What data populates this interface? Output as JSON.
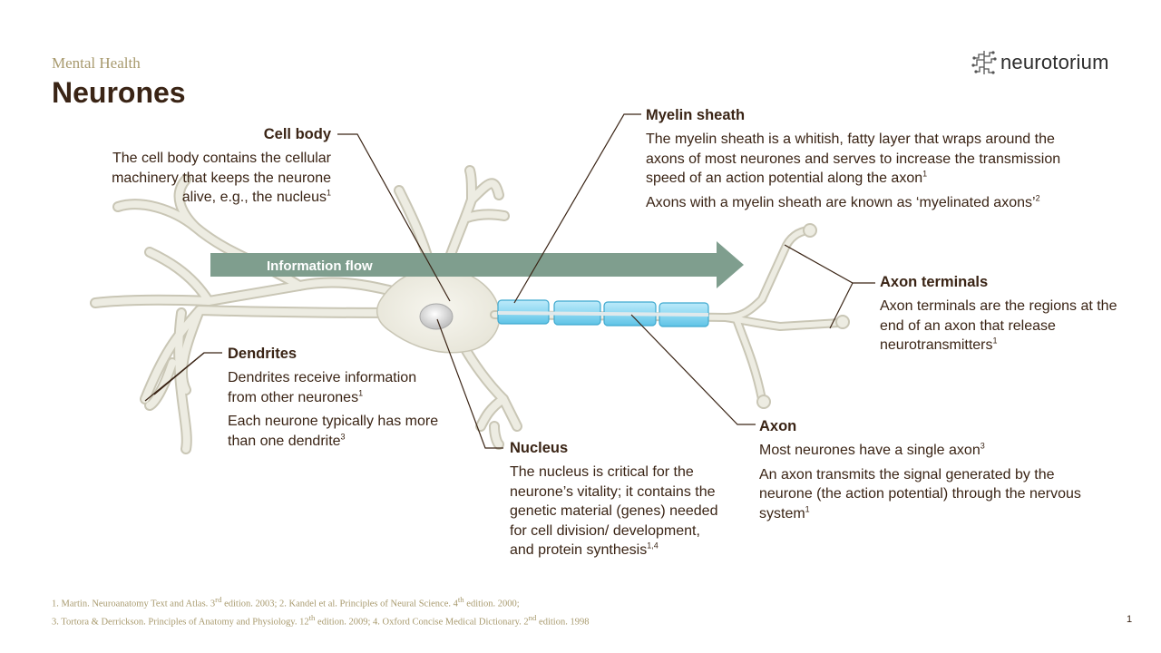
{
  "header": {
    "kicker": "Mental Health",
    "title": "Neurones"
  },
  "logo": {
    "word": "neurotorium"
  },
  "arrow": {
    "label": "Information flow"
  },
  "labels": {
    "cell_body": {
      "title": "Cell body",
      "text1": "The cell body contains the cellular machinery that keeps the neurone alive, e.g., the nucleus",
      "sup1": "1"
    },
    "myelin": {
      "title": "Myelin sheath",
      "text1": "The myelin sheath is a whitish, fatty layer that wraps around the axons of most neurones and serves to increase the transmission speed of an action potential along the axon",
      "sup1": "1",
      "text2": "Axons with a myelin sheath are known as ‘myelinated axons’",
      "sup2": "2"
    },
    "terminals": {
      "title": "Axon terminals",
      "text1": "Axon terminals are the regions at the end of an axon that release neurotransmitters",
      "sup1": "1"
    },
    "dendrites": {
      "title": "Dendrites",
      "text1": "Dendrites receive information from other neurones",
      "sup1": "1",
      "text2": "Each neurone typically has more than one dendrite",
      "sup2": "3"
    },
    "nucleus": {
      "title": "Nucleus",
      "text1": "The nucleus is critical for the neurone’s vitality; it contains the genetic material (genes) needed for cell division/ development, and protein synthesis",
      "sup1": "1,4"
    },
    "axon": {
      "title": "Axon",
      "text1": "Most neurones have a single axon",
      "sup1": "3",
      "text2": "An axon transmits the signal generated by the neurone (the action potential) through the nervous system",
      "sup2": "1"
    }
  },
  "footnotes": {
    "line1": {
      "a": "1. Martin. Neuroanatomy Text and Atlas. 3",
      "a_sup": "rd",
      "b": " edition. 2003; 2. Kandel et al. Principles of Neural Science. 4",
      "b_sup": "th",
      "c": " edition. 2000;"
    },
    "line2": {
      "a": "3. Tortora & Derrickson. Principles of Anatomy and Physiology. 12",
      "a_sup": "th",
      "b": " edition. 2009; 4. Oxford Concise Medical Dictionary. 2",
      "b_sup": "nd",
      "c": " edition. 1998"
    }
  },
  "page_number": "1",
  "colors": {
    "title": "#3a2415",
    "kicker": "#a89a6e",
    "arrow": "#7f9e8e",
    "myelin": "#7fd3ee",
    "neuron": "#ebeadf"
  }
}
